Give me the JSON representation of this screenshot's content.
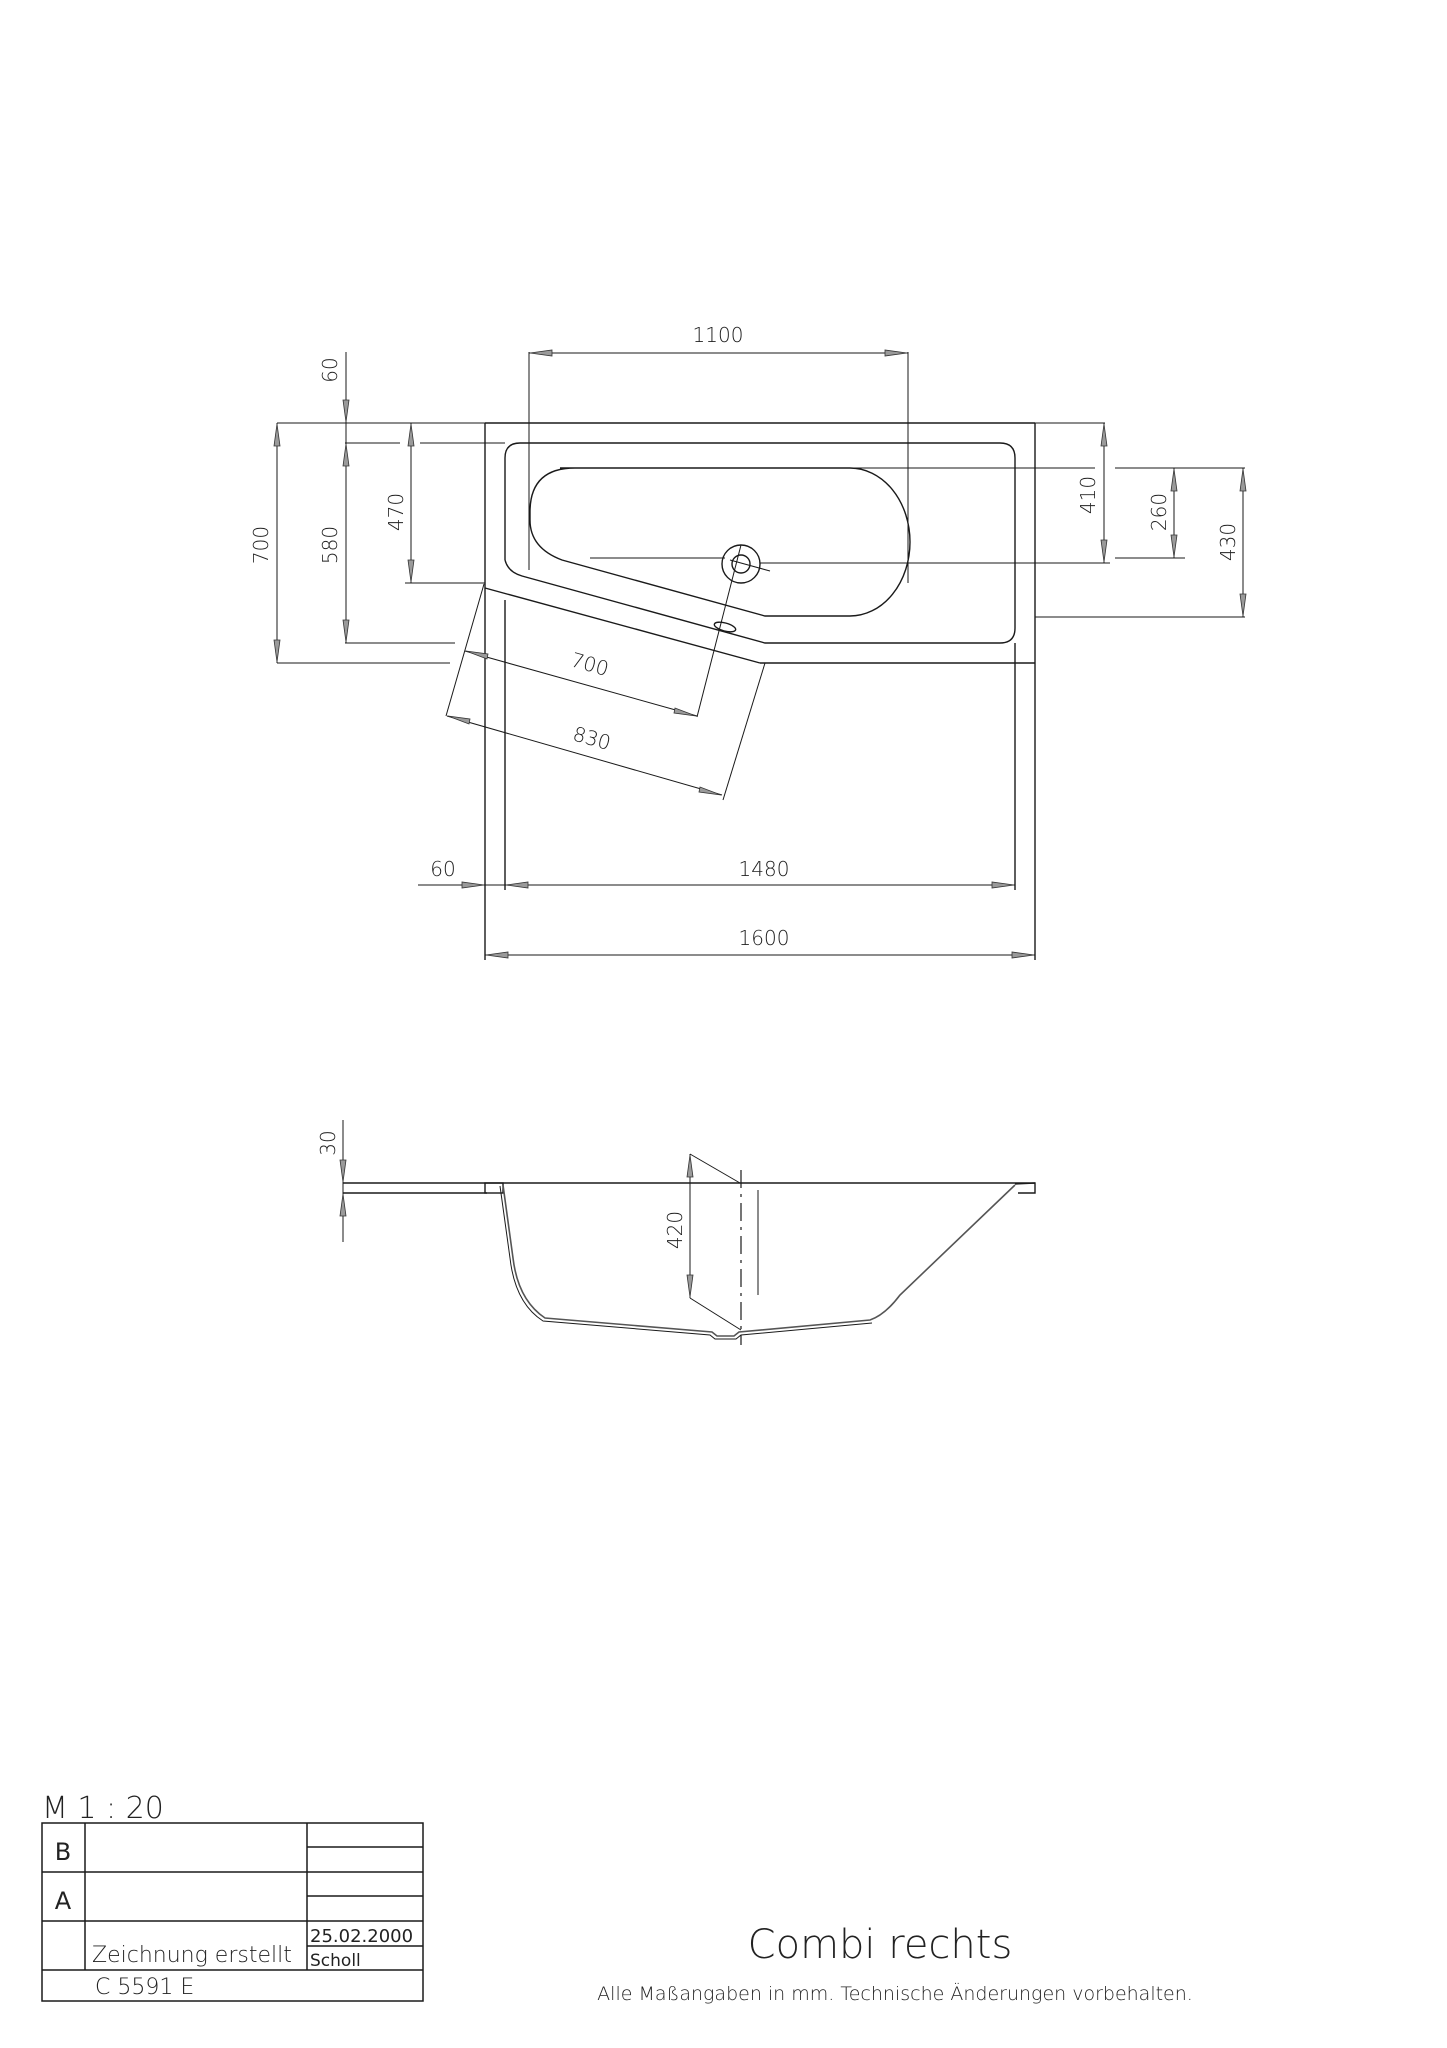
{
  "drawing": {
    "title": "Combi rechts",
    "note": "Alle Maßangaben in mm.  Technische Änderungen vorbehalten.",
    "scale": "M 1 : 20",
    "line_color": "#1a1a1a",
    "background": "#ffffff"
  },
  "plan_view": {
    "dimensions": {
      "top_overflow_span": "1100",
      "left_rim": "60",
      "total_width_left": "700",
      "inner_width_left": "580",
      "panel_depth": "470",
      "right_410": "410",
      "right_260": "260",
      "right_430": "430",
      "angled_700": "700",
      "angled_830": "830",
      "bottom_rim": "60",
      "inner_length": "1480",
      "total_length": "1600"
    }
  },
  "section_view": {
    "dimensions": {
      "rim_thickness": "30",
      "depth": "420"
    }
  },
  "title_block": {
    "rows": [
      {
        "rev": "B",
        "description": "",
        "date": "",
        "name": ""
      },
      {
        "rev": "A",
        "description": "",
        "date": "",
        "name": ""
      },
      {
        "rev": "",
        "description": "Zeichnung erstellt",
        "date": "25.02.2000",
        "name": "Scholl"
      }
    ],
    "drawing_number": "C 5591 E"
  },
  "chart_data": {
    "type": "table",
    "title": "Combi rechts",
    "scale": "1:20",
    "units": "mm",
    "plan_dimensions_mm": {
      "overall_length": 1600,
      "inner_length": 1480,
      "overall_width": 700,
      "inner_width": 580,
      "rim_width": 60,
      "overflow_span": 1100,
      "angled_panel_inner": 700,
      "angled_panel_outer": 830,
      "panel_depth": 470,
      "drain_offsets": [
        410,
        260,
        430
      ]
    },
    "section_dimensions_mm": {
      "rim_thickness": 30,
      "depth": 420
    }
  }
}
